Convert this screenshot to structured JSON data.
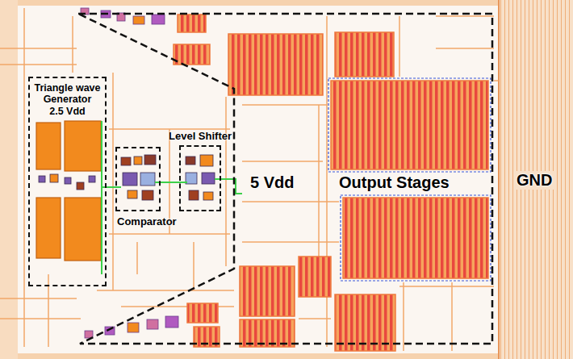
{
  "diagram": {
    "nodes": [
      {
        "text": [
          "Triangle wave Generator",
          "2.5 Vdd"
        ]
      },
      {
        "text": [
          "Comparator"
        ]
      },
      {
        "text": [
          "Level Shifter"
        ]
      },
      {
        "text": [
          "5 Vdd",
          "Output Stages"
        ]
      }
    ],
    "labels": [
      "GND"
    ]
  }
}
